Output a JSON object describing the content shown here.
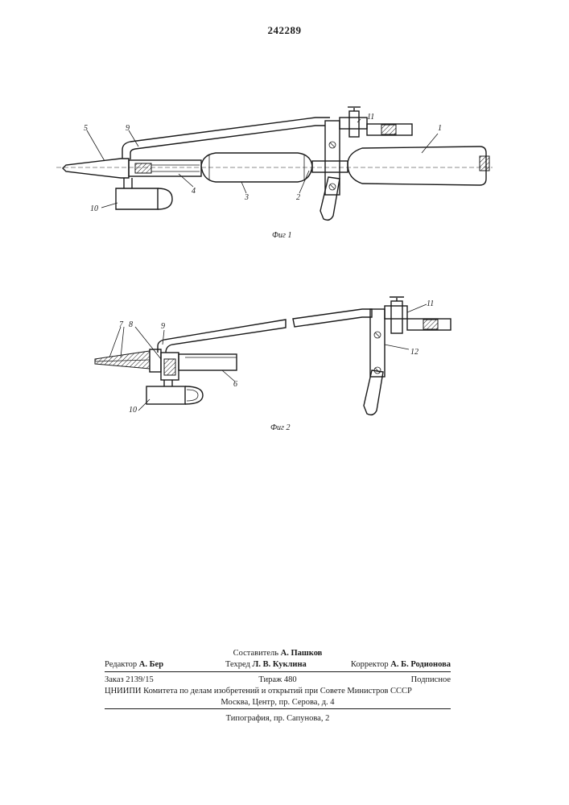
{
  "patent_number": "242289",
  "figures": [
    {
      "caption": "Фиг 1",
      "labels": [
        "5",
        "9",
        "11",
        "1",
        "10",
        "4",
        "3",
        "2"
      ]
    },
    {
      "caption": "Фиг 2",
      "labels": [
        "7",
        "8",
        "9",
        "11",
        "12",
        "6",
        "10"
      ]
    }
  ],
  "imprint": {
    "compiler": {
      "role": "Составитель",
      "name": "А. Пашков"
    },
    "editor": {
      "role": "Редактор",
      "name": "А. Бер"
    },
    "techred": {
      "role": "Техред",
      "name": "Л. В. Куклина"
    },
    "corrector": {
      "role": "Корректор",
      "name": "А. Б. Родионова"
    },
    "order": "Заказ 2139/15",
    "circulation": "Тираж 480",
    "subscription": "Подписное",
    "org_line": "ЦНИИПИ Комитета по делам изобретений и открытий при Совете Министров СССР",
    "address": "Москва, Центр, пр. Серова, д. 4",
    "printer": "Типография, пр. Сапунова, 2"
  }
}
